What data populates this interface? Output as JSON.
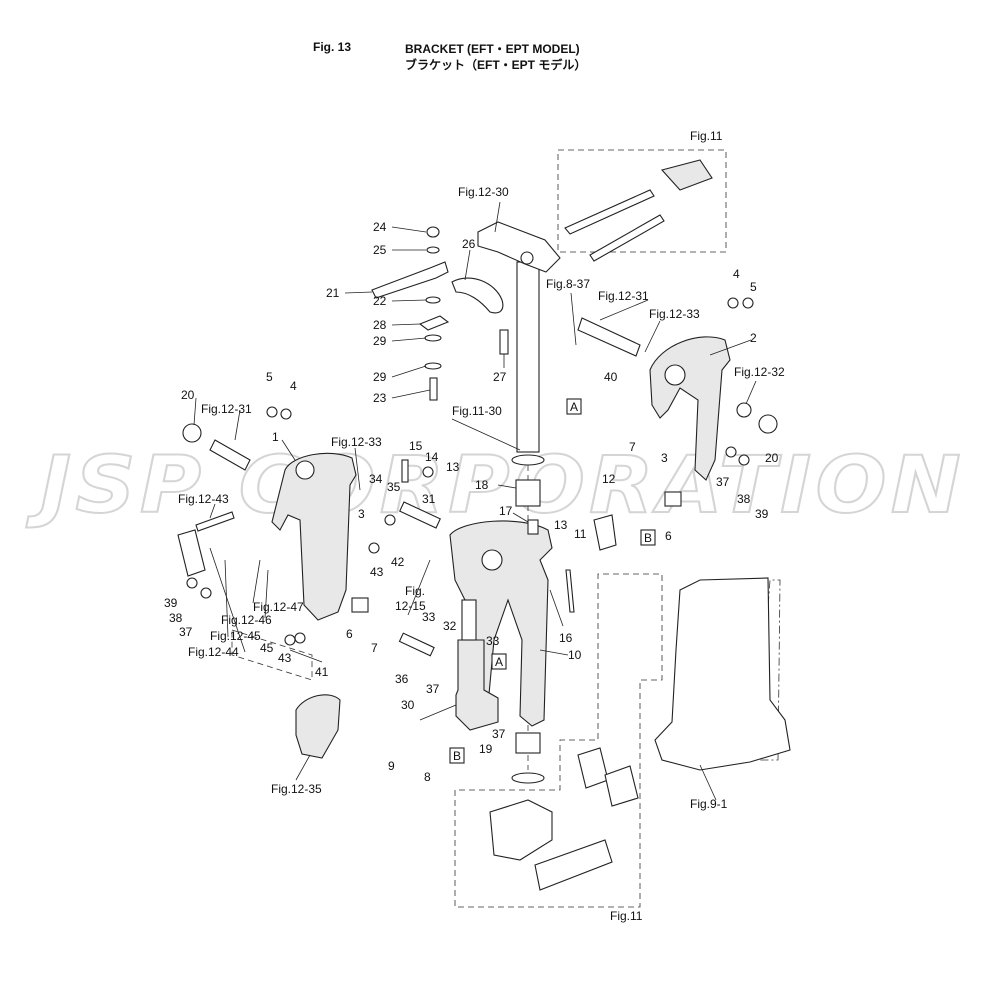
{
  "header": {
    "fig_number": "Fig. 13",
    "title_en": "BRACKET (EFT・EPT MODEL)",
    "title_jp": "ブラケット（EFT・EPT モデル）"
  },
  "watermark": "JSP CORPORATION",
  "references": {
    "fig11_top": "Fig.11",
    "fig12_30": "Fig.12-30",
    "fig8_37": "Fig.8-37",
    "fig12_31_right": "Fig.12-31",
    "fig12_33_right": "Fig.12-33",
    "fig12_32": "Fig.12-32",
    "fig11_30": "Fig.11-30",
    "fig12_31_left": "Fig.12-31",
    "fig12_33_left": "Fig.12-33",
    "fig12_43": "Fig.12-43",
    "fig12_47": "Fig.12-47",
    "fig12_46": "Fig.12-46",
    "fig12_45": "Fig.12-45",
    "fig12_44": "Fig.12-44",
    "fig12_15a": "Fig.",
    "fig12_15b": "12-15",
    "fig12_35": "Fig.12-35",
    "fig9_1": "Fig.9-1",
    "fig11_bottom": "Fig.11"
  },
  "boxed_labels": {
    "a_top": "A",
    "b_top": "B",
    "a_mid": "A",
    "b_bottom": "B"
  },
  "part_numbers": {
    "p24": "24",
    "p25": "25",
    "p26": "26",
    "p21": "21",
    "p22": "22",
    "p28": "28",
    "p29a": "29",
    "p29b": "29",
    "p23": "23",
    "p27": "27",
    "p40": "40",
    "p4r": "4",
    "p5r": "5",
    "p2": "2",
    "p3r": "3",
    "p20r": "20",
    "p7r": "7",
    "p37r": "37",
    "p38r": "38",
    "p39r": "39",
    "p12": "12",
    "p6r": "6",
    "p11": "11",
    "p13b": "13",
    "p17": "17",
    "p18": "18",
    "p13a": "13",
    "p14": "14",
    "p15": "15",
    "p31": "31",
    "p35": "35",
    "p34": "34",
    "p3l": "3",
    "p42": "42",
    "p43a": "43",
    "p20l": "20",
    "p5l": "5",
    "p4l": "4",
    "p1": "1",
    "p39l": "39",
    "p38l": "38",
    "p37l": "37",
    "p6l": "6",
    "p7l": "7",
    "p45": "45",
    "p43b": "43",
    "p41": "41",
    "p33a": "33",
    "p32": "32",
    "p33b": "33",
    "p16": "16",
    "p10": "10",
    "p36": "36",
    "p37m": "37",
    "p30": "30",
    "p37b": "37",
    "p19": "19",
    "p9": "9",
    "p8": "8"
  }
}
